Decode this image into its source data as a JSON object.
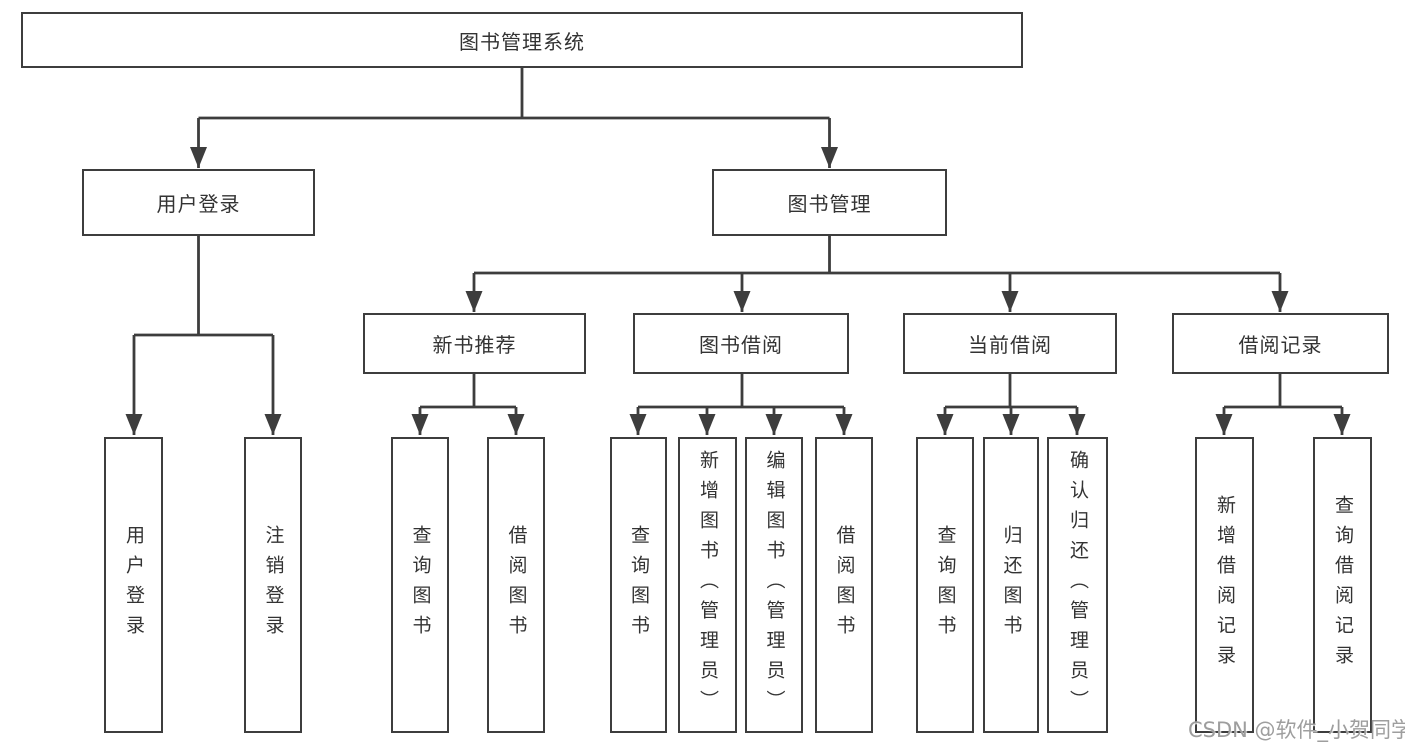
{
  "diagram": {
    "root": {
      "label": "图书管理系统"
    },
    "branches": [
      {
        "label": "用户登录",
        "children": [
          {
            "label": "用户登录"
          },
          {
            "label": "注销登录"
          }
        ]
      },
      {
        "label": "图书管理",
        "children": [
          {
            "label": "新书推荐",
            "children": [
              {
                "label": "查询图书"
              },
              {
                "label": "借阅图书"
              }
            ]
          },
          {
            "label": "图书借阅",
            "children": [
              {
                "label": "查询图书"
              },
              {
                "label": "新增图书（管理员）"
              },
              {
                "label": "编辑图书（管理员）"
              },
              {
                "label": "借阅图书"
              }
            ]
          },
          {
            "label": "当前借阅",
            "children": [
              {
                "label": "查询图书"
              },
              {
                "label": "归还图书"
              },
              {
                "label": "确认归还（管理员）"
              }
            ]
          },
          {
            "label": "借阅记录",
            "children": [
              {
                "label": "新增借阅记录"
              },
              {
                "label": "查询借阅记录"
              }
            ]
          }
        ]
      }
    ]
  },
  "watermark": {
    "text": "CSDN @软件_小贺同学"
  },
  "colors": {
    "line": "#3d3d3d",
    "box_border": "#3d3d3d",
    "text": "#333333",
    "background": "#ffffff",
    "watermark": "#9e9e9e"
  }
}
